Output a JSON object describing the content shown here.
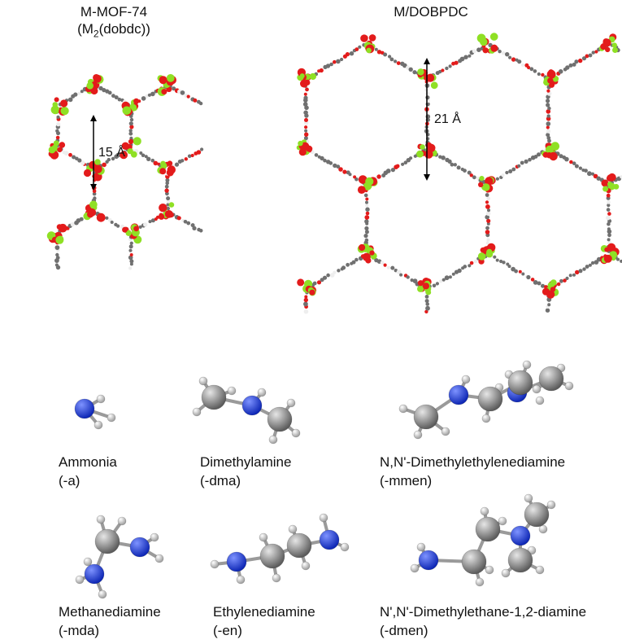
{
  "frameworks": [
    {
      "name": "M-MOF-74",
      "formula_prefix": "(M",
      "formula_sub": "2",
      "formula_suffix": "(dobdc))",
      "pore": "15 Å"
    },
    {
      "name": "M/DOBPDC",
      "pore": "21 Å"
    }
  ],
  "amines": [
    {
      "name": "Ammonia",
      "abbr": "(-a)"
    },
    {
      "name": "Dimethylamine",
      "abbr": "(-dma)"
    },
    {
      "name": "N,N'-Dimethylethylenediamine",
      "abbr": "(-mmen)"
    },
    {
      "name": "Methanediamine",
      "abbr": "(-mda)"
    },
    {
      "name": "Ethylenediamine",
      "abbr": "(-en)"
    },
    {
      "name": "N',N'-Dimethylethane-1,2-diamine",
      "abbr": "(-dmen)"
    }
  ],
  "colors": {
    "metal": "#8fe024",
    "oxygen": "#e31b1b",
    "carbon": "#8c8c8c",
    "nitrogen": "#2244dd",
    "hydrogen": "#eeeeee",
    "linker": "#707070"
  }
}
